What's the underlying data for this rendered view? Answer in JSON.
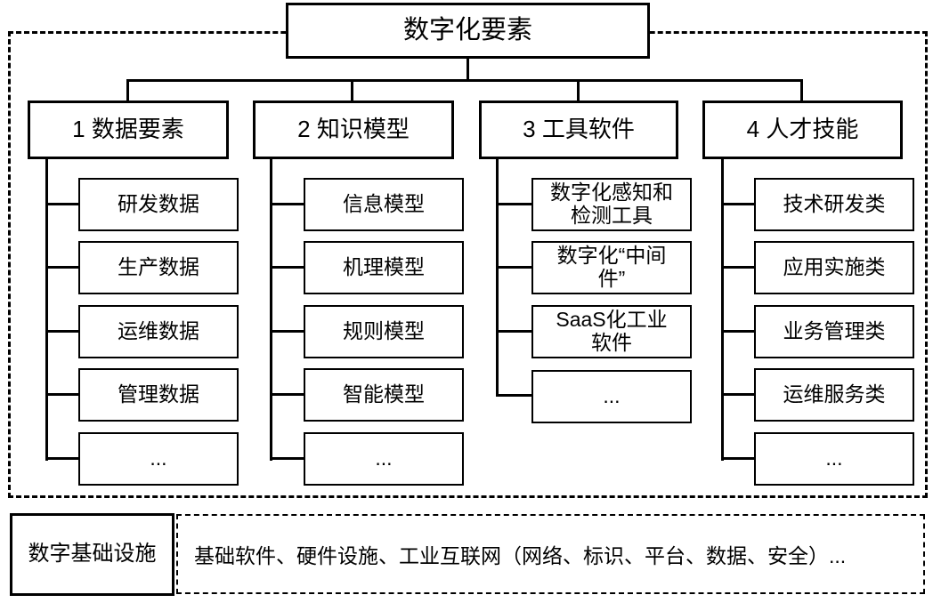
{
  "diagram": {
    "root": {
      "label": "数字化要素"
    },
    "categories": [
      {
        "label": "1 数据要素",
        "children": [
          "研发数据",
          "生产数据",
          "运维数据",
          "管理数据",
          "..."
        ]
      },
      {
        "label": "2 知识模型",
        "children": [
          "信息模型",
          "机理模型",
          "规则模型",
          "智能模型",
          "..."
        ]
      },
      {
        "label": "3 工具软件",
        "children": [
          "数字化感知和\n检测工具",
          "数字化“中间\n件”",
          "SaaS化工业\n软件",
          "..."
        ]
      },
      {
        "label": "4 人才技能",
        "children": [
          "技术研发类",
          "应用实施类",
          "业务管理类",
          "运维服务类",
          "..."
        ]
      }
    ],
    "infrastructure": {
      "label": "数字基础设施",
      "description": "基础软件、硬件设施、工业互联网（网络、标识、平台、数据、安全）..."
    },
    "colors": {
      "line": "#000000",
      "background": "#ffffff"
    }
  }
}
